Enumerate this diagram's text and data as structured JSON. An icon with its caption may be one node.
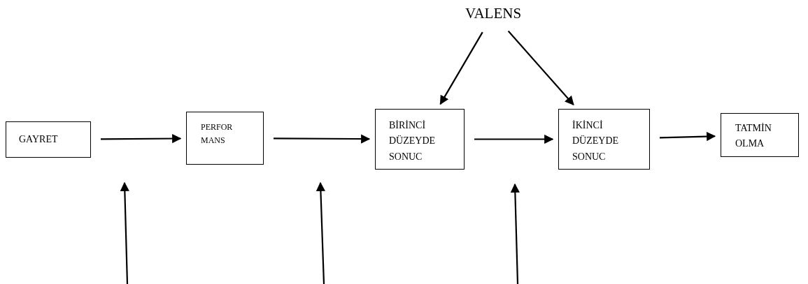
{
  "diagram": {
    "nodes": [
      {
        "text": [
          "VALENS"
        ]
      },
      {
        "text": [
          "GAYRET"
        ]
      },
      {
        "text": [
          "PERFOR MANS"
        ]
      },
      {
        "text": [
          "BİRİNCİ DÜZEYDE SONUC"
        ]
      },
      {
        "text": [
          "İKİNCİ DÜZEYDE SONUC"
        ]
      },
      {
        "text": [
          "TATMİN OLMA"
        ]
      }
    ],
    "edges": [
      {
        "from": 0,
        "to": 3,
        "arrow": "to"
      },
      {
        "from": 0,
        "to": 4,
        "arrow": "to"
      },
      {
        "from": 1,
        "to": 2,
        "arrow": "to"
      },
      {
        "from": 2,
        "to": 3,
        "arrow": "to"
      },
      {
        "from": 3,
        "to": 4,
        "arrow": "to"
      },
      {
        "from": 4,
        "to": 5,
        "arrow": "to"
      }
    ]
  }
}
